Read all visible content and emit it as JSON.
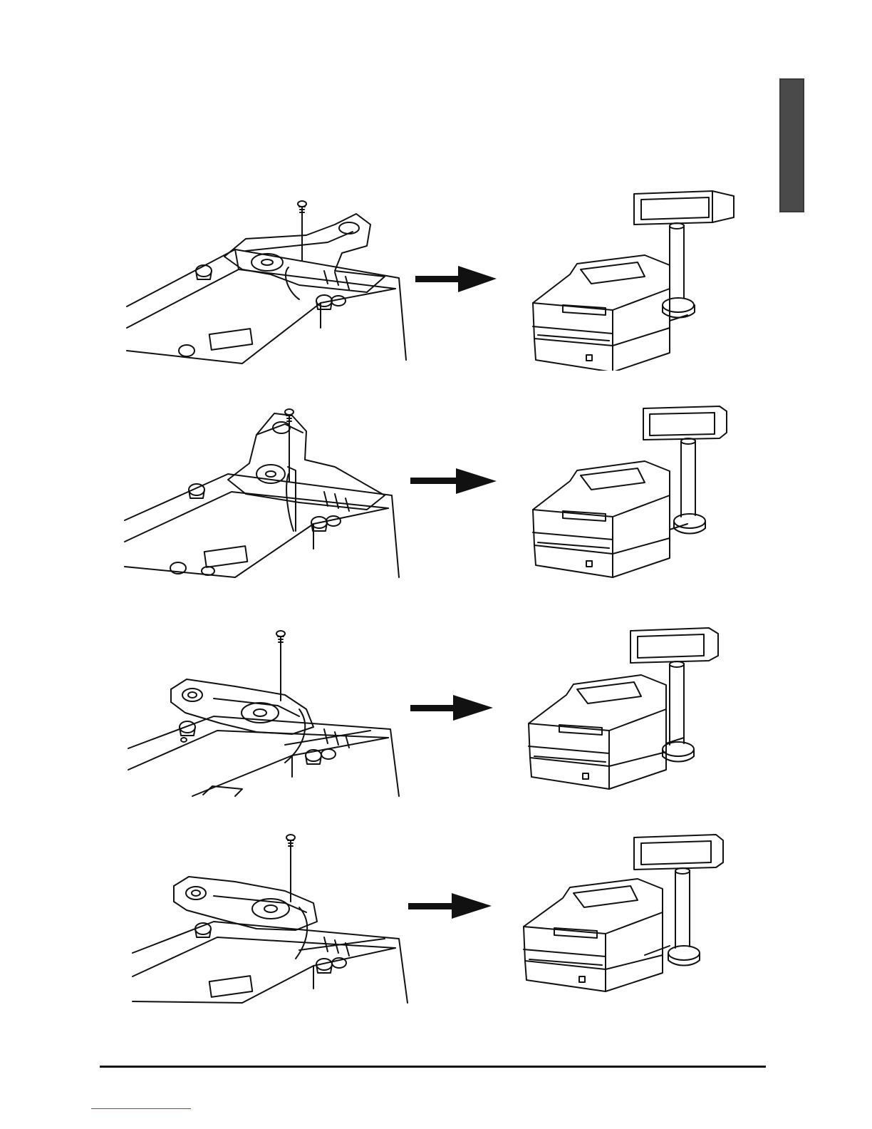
{
  "colors": {
    "ink": "#111111",
    "tab": "#3a3a3a",
    "link_underline": "#3355cc",
    "paper": "#ffffff"
  },
  "page": {
    "side_tab": {
      "label": ""
    },
    "illustrations": [
      {
        "name": "step-1",
        "left_icon": "printer-base-with-bracket-icon",
        "arrow_icon": "right-arrow-icon",
        "right_icon": "printer-with-pole-display-icon"
      },
      {
        "name": "step-2",
        "left_icon": "printer-base-with-bracket-icon",
        "arrow_icon": "right-arrow-icon",
        "right_icon": "printer-with-pole-display-icon"
      },
      {
        "name": "step-3",
        "left_icon": "printer-base-with-bracket-icon",
        "arrow_icon": "right-arrow-icon",
        "right_icon": "printer-with-pole-display-icon"
      },
      {
        "name": "step-4",
        "left_icon": "printer-base-with-bracket-icon",
        "arrow_icon": "right-arrow-icon",
        "right_icon": "printer-with-pole-display-icon"
      }
    ]
  }
}
